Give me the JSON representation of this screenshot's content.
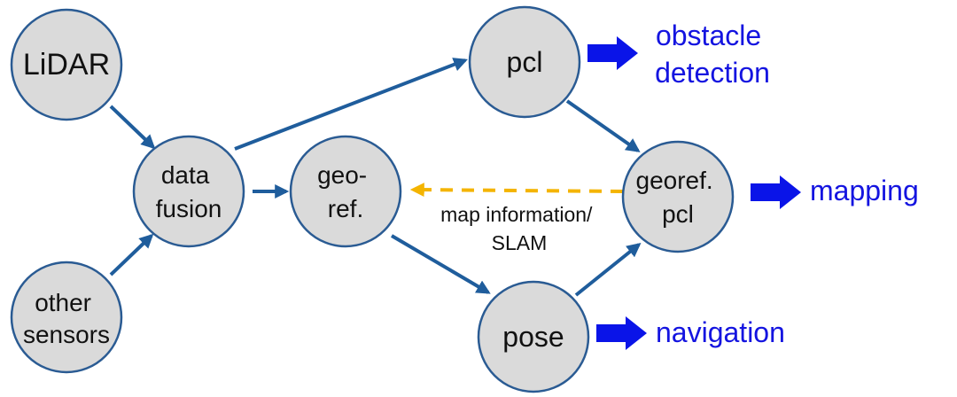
{
  "nodes": {
    "lidar": {
      "lines": [
        "LiDAR"
      ]
    },
    "other_sensors": {
      "lines": [
        "other",
        "sensors"
      ]
    },
    "data_fusion": {
      "lines": [
        "data",
        "fusion"
      ]
    },
    "georef": {
      "lines": [
        "geo-",
        "ref."
      ]
    },
    "pcl": {
      "lines": [
        "pcl"
      ]
    },
    "georef_pcl": {
      "lines": [
        "georef.",
        "pcl"
      ]
    },
    "pose": {
      "lines": [
        "pose"
      ]
    }
  },
  "edge_label": {
    "lines": [
      "map information/",
      "SLAM"
    ]
  },
  "outputs": {
    "obstacle_detection": {
      "lines": [
        "obstacle",
        "detection"
      ]
    },
    "mapping": {
      "lines": [
        "mapping"
      ]
    },
    "navigation": {
      "lines": [
        "navigation"
      ]
    }
  },
  "colors": {
    "node_fill": "#dadada",
    "node_stroke": "#2a5b93",
    "edge": "#1f5d9c",
    "dashed_edge": "#f4b400",
    "output_arrow": "#0a14e8",
    "output_text": "#1414e0"
  }
}
